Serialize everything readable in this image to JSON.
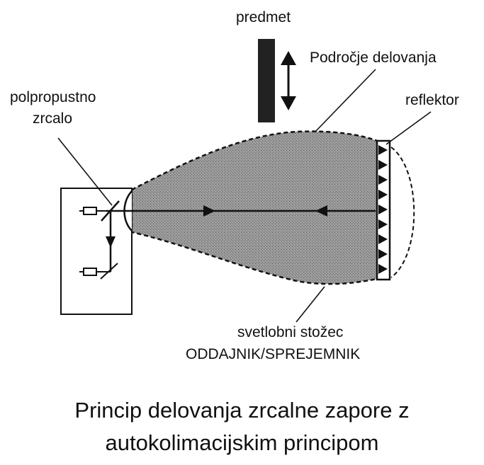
{
  "labels": {
    "object": "predmet",
    "zone": "Področje delovanja",
    "mirror_line1": "polpropustno",
    "mirror_line2": "zrcalo",
    "reflector": "reflektor",
    "cone": "svetlobni stožec",
    "unit": "ODDAJNIK/SPREJEMNIK"
  },
  "caption": {
    "line1": "Princip delovanja zrcalne zapore z",
    "line2": "autokolimacijskim principom"
  },
  "colors": {
    "ink": "#111111",
    "cone_fill": "#8a8a8a",
    "background": "#ffffff"
  }
}
